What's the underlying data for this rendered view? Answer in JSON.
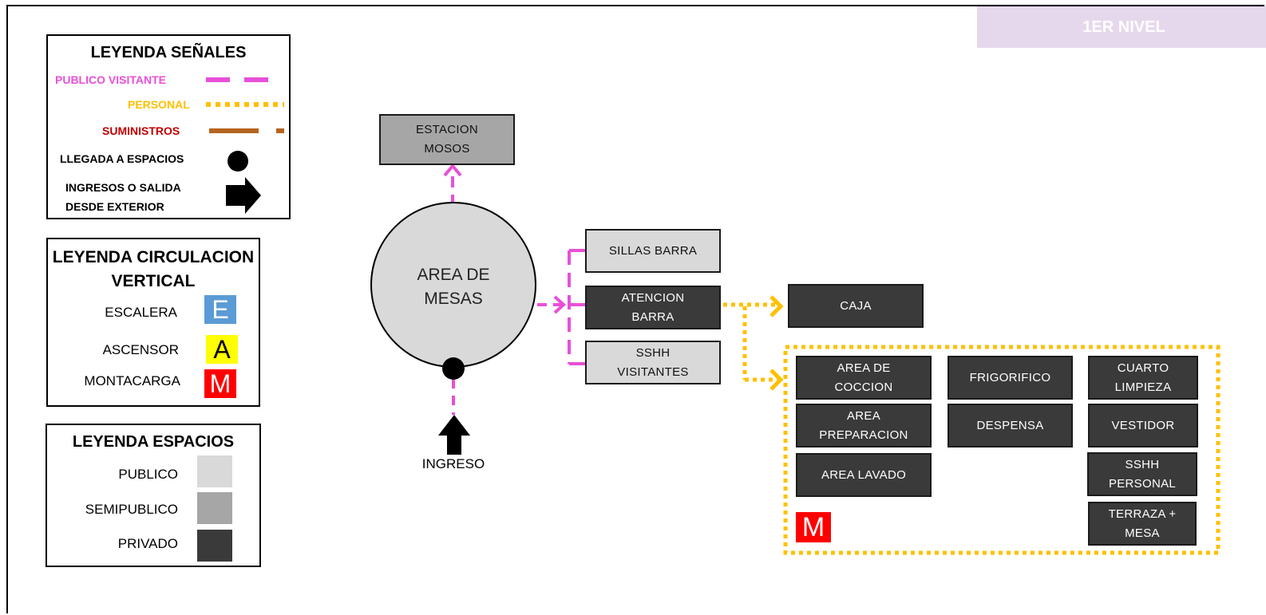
{
  "level_tag": "1ER NIVEL",
  "legend_signals": {
    "title": "LEYENDA SEÑALES",
    "items": [
      {
        "label": "PUBLICO VISITANTE",
        "color": "#e84fd9",
        "line": "dashed"
      },
      {
        "label": "PERSONAL",
        "color": "#ffc000",
        "line": "dotted"
      },
      {
        "label": "SUMINISTROS",
        "color": "#c0504d",
        "line": "long-dash"
      },
      {
        "label": "LLEGADA A ESPACIOS",
        "icon": "dot-icon"
      },
      {
        "label": "INGRESOS O SALIDA\nDESDE EXTERIOR",
        "icon": "arrow-right-icon"
      }
    ],
    "suministros_line_color": "#b5651d",
    "suministros_label_color": "#c00000"
  },
  "legend_vertical": {
    "title": "LEYENDA CIRCULACION\nVERTICAL",
    "items": [
      {
        "label": "ESCALERA",
        "letter": "E",
        "color": "#5b9bd5",
        "text_color": "#ffffff"
      },
      {
        "label": "ASCENSOR",
        "letter": "A",
        "color": "#ffff00",
        "text_color": "#000000"
      },
      {
        "label": "MONTACARGA",
        "letter": "M",
        "color": "#ff0000",
        "text_color": "#ffffff"
      }
    ]
  },
  "legend_spaces": {
    "title": "LEYENDA ESPACIOS",
    "items": [
      {
        "label": "PUBLICO",
        "color": "#d9d9d9"
      },
      {
        "label": "SEMIPUBLICO",
        "color": "#a6a6a6"
      },
      {
        "label": "PRIVADO",
        "color": "#3a3a3a"
      }
    ]
  },
  "diagram": {
    "center": "AREA DE\nMESAS",
    "entrance": "INGRESO",
    "estacion": "ESTACION\nMOSOS",
    "sillas_barra": "SILLAS BARRA",
    "atencion_barra": "ATENCION\nBARRA",
    "sshh_visitantes": "SSHH\nVISITANTES",
    "caja": "CAJA",
    "area_coccion": "AREA DE\nCOCCION",
    "frigorifico": "FRIGORIFICO",
    "cuarto_limpieza": "CUARTO\nLIMPIEZA",
    "area_preparacion": "AREA\nPREPARACION",
    "despensa": "DESPENSA",
    "vestidor": "VESTIDOR",
    "area_lavado": "AREA LAVADO",
    "sshh_personal": "SSHH\nPERSONAL",
    "terraza_mesa": "TERRAZA +\nMESA",
    "montacarga_letter": "M"
  }
}
